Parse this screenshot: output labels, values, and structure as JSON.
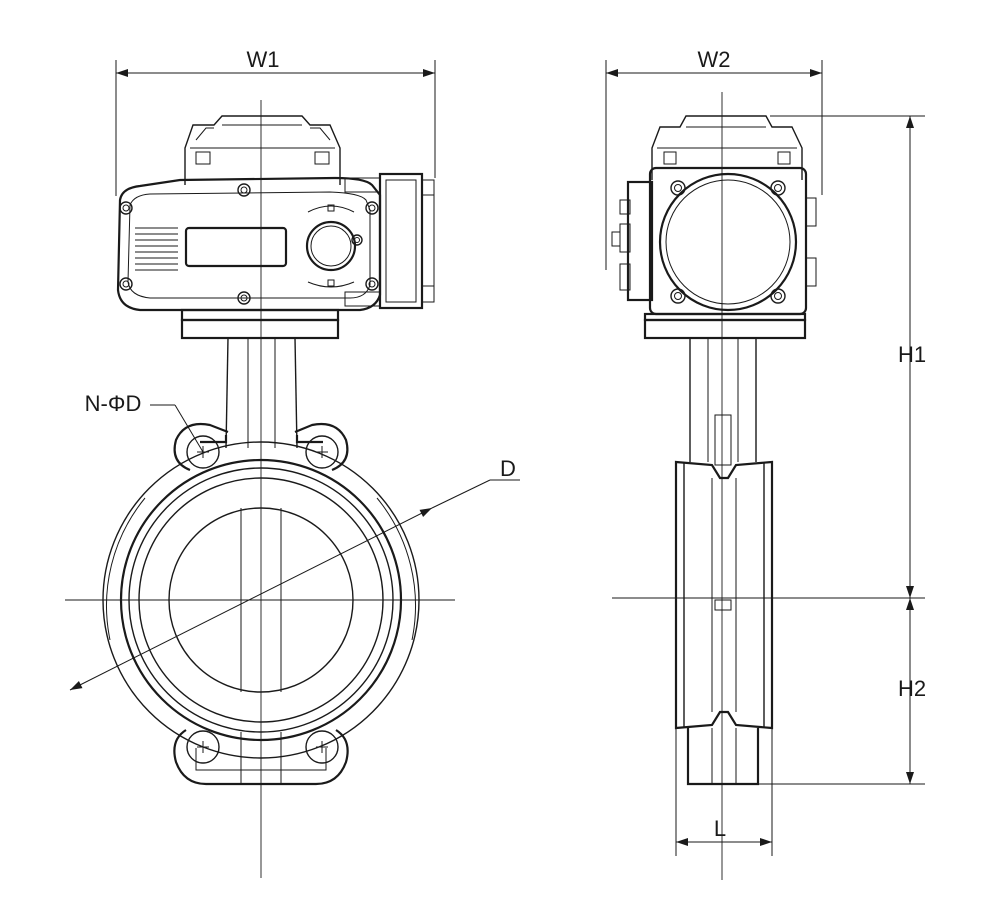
{
  "dimensions": {
    "w1": "W1",
    "w2": "W2",
    "h1": "H1",
    "h2": "H2",
    "l": "L",
    "d": "D",
    "n_phi_d": "N-ΦD"
  },
  "colors": {
    "line": "#1a1a1a",
    "background": "#ffffff"
  }
}
